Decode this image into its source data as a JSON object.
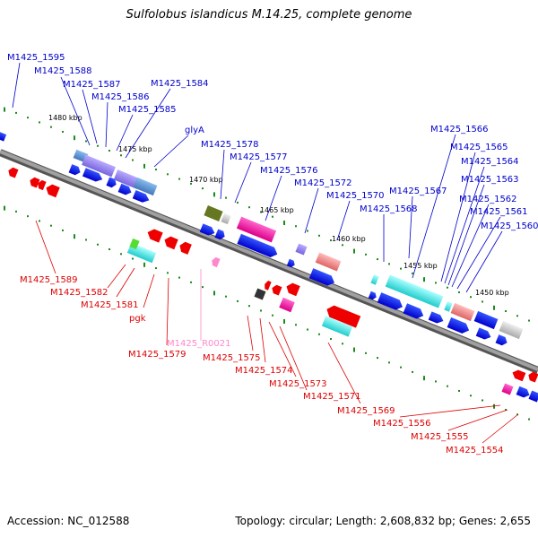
{
  "title": "Sulfolobus islandicus M.14.25, complete genome",
  "footer": {
    "accession": "Accession: NC_012588",
    "summary": "Topology: circular; Length: 2,608,832 bp; Genes: 2,655"
  },
  "kbp_ticks": [
    "1480 kbp",
    "1475 kbp",
    "1470 kbp",
    "1465 kbp",
    "1460 kbp",
    "1455 kbp",
    "1450 kbp"
  ],
  "labels_top": [
    "M1425_1595",
    "M1425_1588",
    "M1425_1587",
    "M1425_1586",
    "M1425_1585",
    "M1425_1584",
    "glyA",
    "M1425_1578",
    "M1425_1577",
    "M1425_1576",
    "M1425_1572",
    "M1425_1570",
    "M1425_1567",
    "M1425_1568",
    "M1425_1566",
    "M1425_1565",
    "M1425_1564",
    "M1425_1563",
    "M1425_1562",
    "M1425_1561",
    "M1425_1560"
  ],
  "labels_bottom": [
    "M1425_1589",
    "M1425_1582",
    "M1425_1581",
    "pgk",
    "M1425_1579",
    "M1425_R0021",
    "M1425_1575",
    "M1425_1574",
    "M1425_1573",
    "M1425_1571",
    "M1425_1569",
    "M1425_1556",
    "M1425_1555",
    "M1425_1554"
  ],
  "colors": {
    "forward_label": "#0000cc",
    "reverse_label": "#dd0000",
    "rna_label": "#ff88cc",
    "backbone": "#808080",
    "tick_dots": "#1a8a1a"
  }
}
